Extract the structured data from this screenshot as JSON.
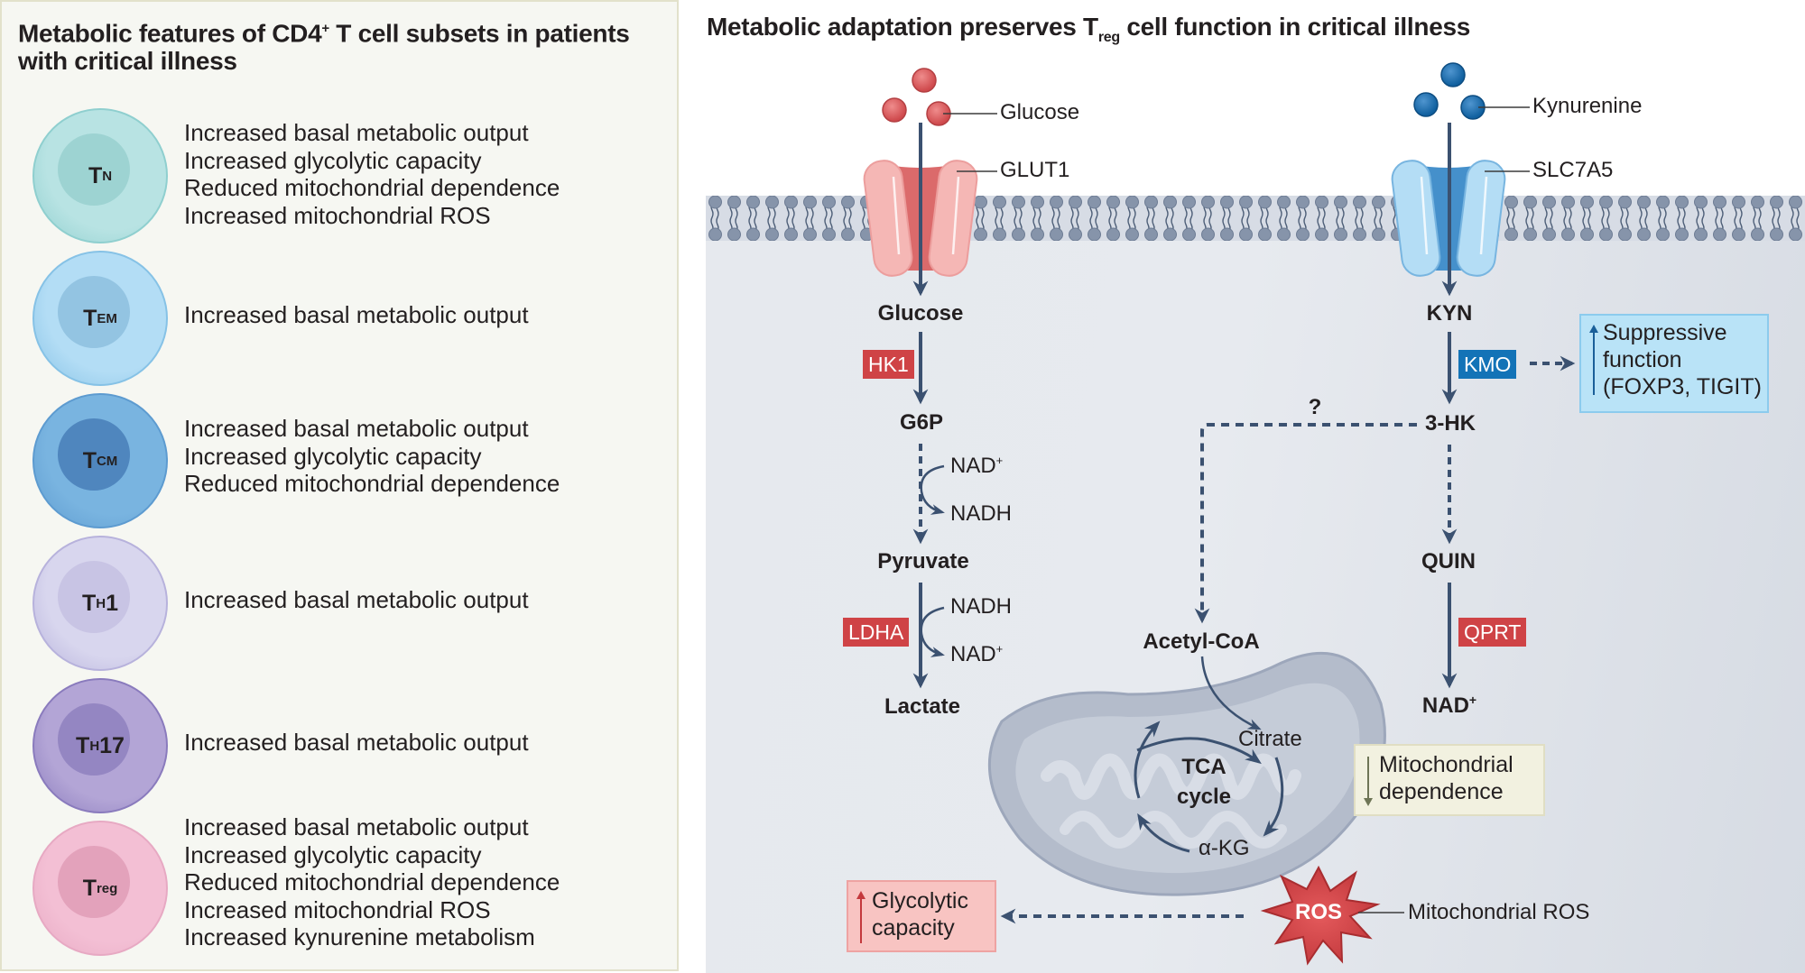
{
  "left_panel": {
    "title_line1": "Metabolic features of CD4",
    "title_sup": "+",
    "title_line1_rest": " T cell subsets in patients",
    "title_line2": "with critical illness",
    "subsets": [
      {
        "name": "T",
        "sub": "N",
        "suffix": "",
        "features": [
          "Increased basal metabolic output",
          "Increased glycolytic capacity",
          "Reduced mitochondrial dependence",
          "Increased mitochondrial ROS"
        ],
        "cell_color": "#b8e3e3",
        "nucleus_color": "#9dd3d2",
        "border_color": "#8fcfcf"
      },
      {
        "name": "T",
        "sub": "EM",
        "suffix": "",
        "features": [
          "Increased basal metabolic output"
        ],
        "cell_color": "#b3ddf5",
        "nucleus_color": "#93c4e2",
        "border_color": "#86c2e6"
      },
      {
        "name": "T",
        "sub": "CM",
        "suffix": "",
        "features": [
          "Increased basal metabolic output",
          "Increased glycolytic capacity",
          "Reduced mitochondrial dependence"
        ],
        "cell_color": "#79b4e0",
        "nucleus_color": "#4f86be",
        "border_color": "#5d9bd0"
      },
      {
        "name": "T",
        "sub": "H",
        "suffix": "1",
        "features": [
          "Increased basal metabolic output"
        ],
        "cell_color": "#d8d6ee",
        "nucleus_color": "#c8c4e4",
        "border_color": "#b7b2dc"
      },
      {
        "name": "T",
        "sub": "H",
        "suffix": "17",
        "features": [
          "Increased basal metabolic output"
        ],
        "cell_color": "#b3a5d6",
        "nucleus_color": "#9486c2",
        "border_color": "#8a7bbd"
      },
      {
        "name": "T",
        "sub": "reg",
        "suffix": "",
        "features": [
          "Increased basal metabolic output",
          "Increased glycolytic capacity",
          "Reduced mitochondrial dependence",
          "Increased mitochondrial ROS",
          "Increased kynurenine metabolism"
        ],
        "cell_color": "#f3bfd4",
        "nucleus_color": "#e3a2bb",
        "border_color": "#e7a9c3"
      }
    ]
  },
  "right_panel": {
    "title_pre": "Metabolic adaptation preserves T",
    "title_sub": "reg",
    "title_post": " cell function in critical illness",
    "extracellular": {
      "glucose_label": "Glucose",
      "glut1_label": "GLUT1",
      "kynurenine_label": "Kynurenine",
      "slc7a5_label": "SLC7A5"
    },
    "glycolysis": {
      "glucose": "Glucose",
      "hk1": "HK1",
      "g6p": "G6P",
      "nad_plus_1": "NAD",
      "nadh_1": "NADH",
      "pyruvate": "Pyruvate",
      "ldha": "LDHA",
      "nadh_2": "NADH",
      "nad_plus_2": "NAD",
      "lactate": "Lactate",
      "plus": "+"
    },
    "kynurenine_pathway": {
      "kyn": "KYN",
      "kmo": "KMO",
      "three_hk": "3-HK",
      "quin": "QUIN",
      "qprt": "QPRT",
      "nad_plus": "NAD",
      "plus": "+",
      "question": "?"
    },
    "suppressive_box": {
      "line1": "Suppressive",
      "line2": "function",
      "line3": "(FOXP3, TIGIT)",
      "arrow": "up"
    },
    "tca": {
      "acetyl_coa": "Acetyl-CoA",
      "citrate": "Citrate",
      "tca_line1": "TCA",
      "tca_line2": "cycle",
      "akg": "α-KG"
    },
    "mito_box": {
      "line1": "Mitochondrial",
      "line2": "dependence",
      "arrow": "down"
    },
    "glycolytic_box": {
      "line1": "Glycolytic",
      "line2": "capacity",
      "arrow": "up"
    },
    "ros_label": "ROS",
    "mito_ros_label": "Mitochondrial ROS"
  },
  "colors": {
    "arrow": "#3b5170",
    "enzyme_red": "#cf4346",
    "enzyme_blue": "#1373b7",
    "glucose_dot": "#d65356",
    "kynurenine_dot": "#1567a8",
    "suppressive_bg": "#b9e3f7",
    "mito_box_bg": "#f2f1e0",
    "glycolytic_bg": "#f8c4c2",
    "ros_fill": "#c83c3f"
  }
}
